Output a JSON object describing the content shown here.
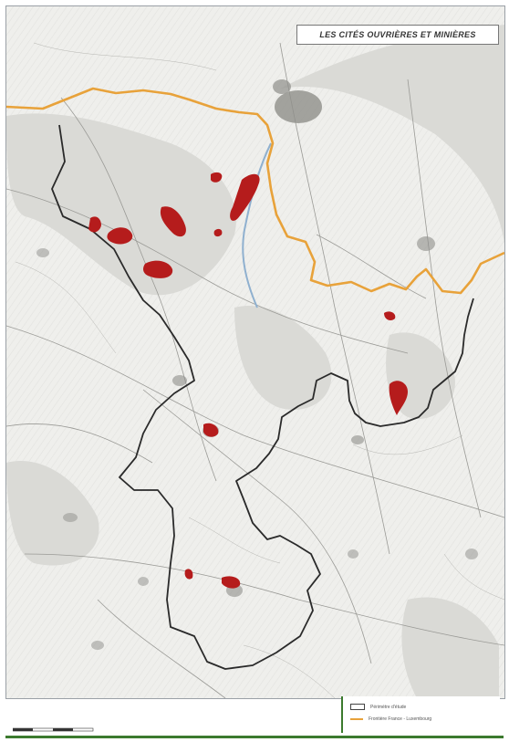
{
  "map": {
    "title": "LES CITÉS OUVRIÈRES ET MINIÈRES",
    "legend": [
      {
        "label": "Périmètre d'étude",
        "swatch": "box",
        "color": "#444444"
      },
      {
        "label": "Frontière France - Luxembourg",
        "swatch": "line",
        "color": "#e8a23a"
      }
    ],
    "colors": {
      "border_line": "#e8a23a",
      "study_perimeter": "#2a2a2a",
      "cites_areas": "#b51c1c",
      "accent": "#3b7a2e"
    },
    "icons": [
      "scale-bar-icon"
    ]
  }
}
